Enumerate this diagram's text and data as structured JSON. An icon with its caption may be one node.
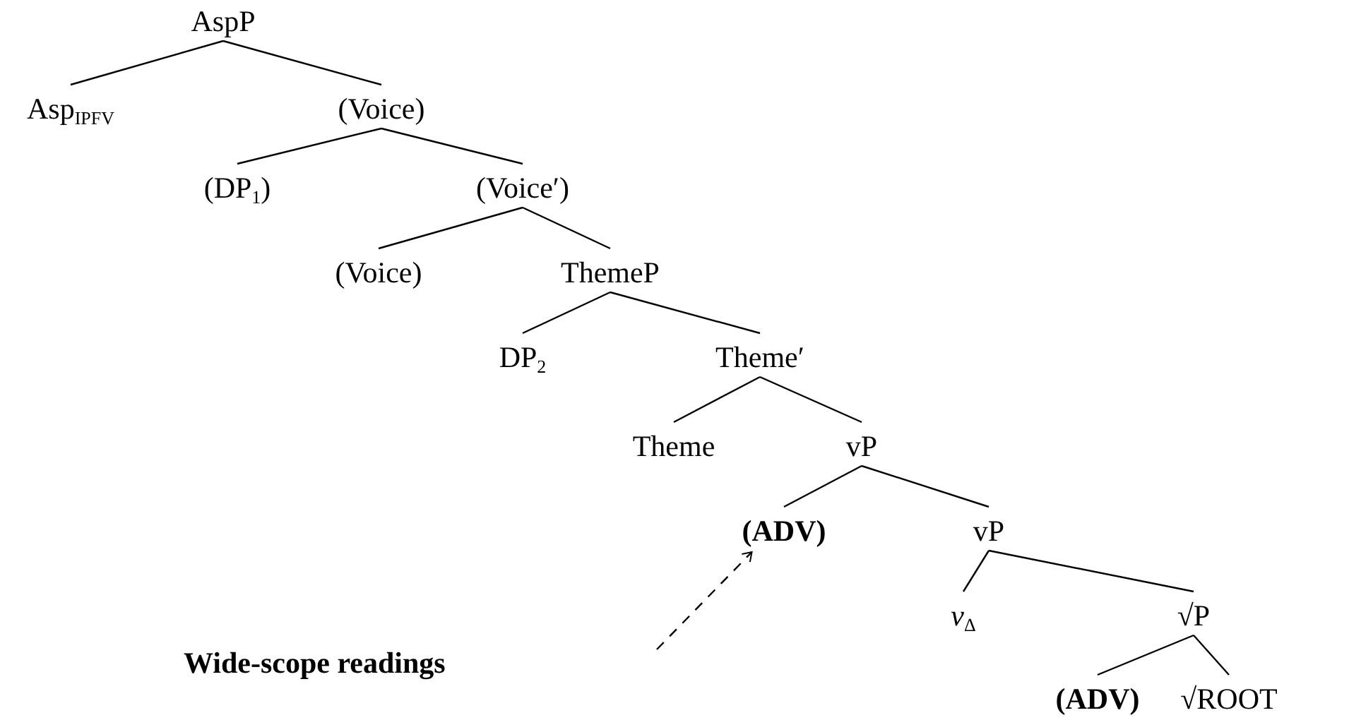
{
  "diagram": {
    "nodes": [
      {
        "text": [
          "AspP"
        ]
      },
      {
        "text": [
          "Asp$_{IPFV}$"
        ]
      },
      {
        "text": [
          "(Voice)"
        ]
      },
      {
        "text": [
          "(DP$_{1}$)"
        ]
      },
      {
        "text": [
          "(Voice′)"
        ]
      },
      {
        "text": [
          "(Voice)"
        ]
      },
      {
        "text": [
          "ThemeP"
        ]
      },
      {
        "text": [
          "DP$_{2}$"
        ]
      },
      {
        "text": [
          "Theme′"
        ]
      },
      {
        "text": [
          "Theme"
        ]
      },
      {
        "text": [
          "vP"
        ]
      },
      {
        "text": [
          "(ADV)"
        ]
      },
      {
        "text": [
          "vP"
        ]
      },
      {
        "text": [
          "*v*$_{Δ}$"
        ]
      },
      {
        "text": [
          "√P"
        ]
      },
      {
        "text": [
          "(ADV)"
        ]
      },
      {
        "text": [
          "√ROOT"
        ]
      }
    ],
    "edges": [
      {
        "from": 0,
        "to": 1,
        "arrow": "none"
      },
      {
        "from": 0,
        "to": 2,
        "arrow": "none"
      },
      {
        "from": 2,
        "to": 3,
        "arrow": "none"
      },
      {
        "from": 2,
        "to": 4,
        "arrow": "none"
      },
      {
        "from": 4,
        "to": 5,
        "arrow": "none"
      },
      {
        "from": 4,
        "to": 6,
        "arrow": "none"
      },
      {
        "from": 6,
        "to": 7,
        "arrow": "none"
      },
      {
        "from": 6,
        "to": 8,
        "arrow": "none"
      },
      {
        "from": 8,
        "to": 9,
        "arrow": "none"
      },
      {
        "from": 8,
        "to": 10,
        "arrow": "none"
      },
      {
        "from": 10,
        "to": 11,
        "arrow": "none"
      },
      {
        "from": 10,
        "to": 12,
        "arrow": "none"
      },
      {
        "from": 12,
        "to": 13,
        "arrow": "none"
      },
      {
        "from": 12,
        "to": 14,
        "arrow": "none"
      },
      {
        "from": 14,
        "to": 15,
        "arrow": "none"
      },
      {
        "from": 14,
        "to": 16,
        "arrow": "none"
      },
      {
        "from": null,
        "to": 11,
        "arrow": "to",
        "style": "dashed"
      }
    ],
    "labels": [
      "Wide-scope readings"
    ]
  }
}
